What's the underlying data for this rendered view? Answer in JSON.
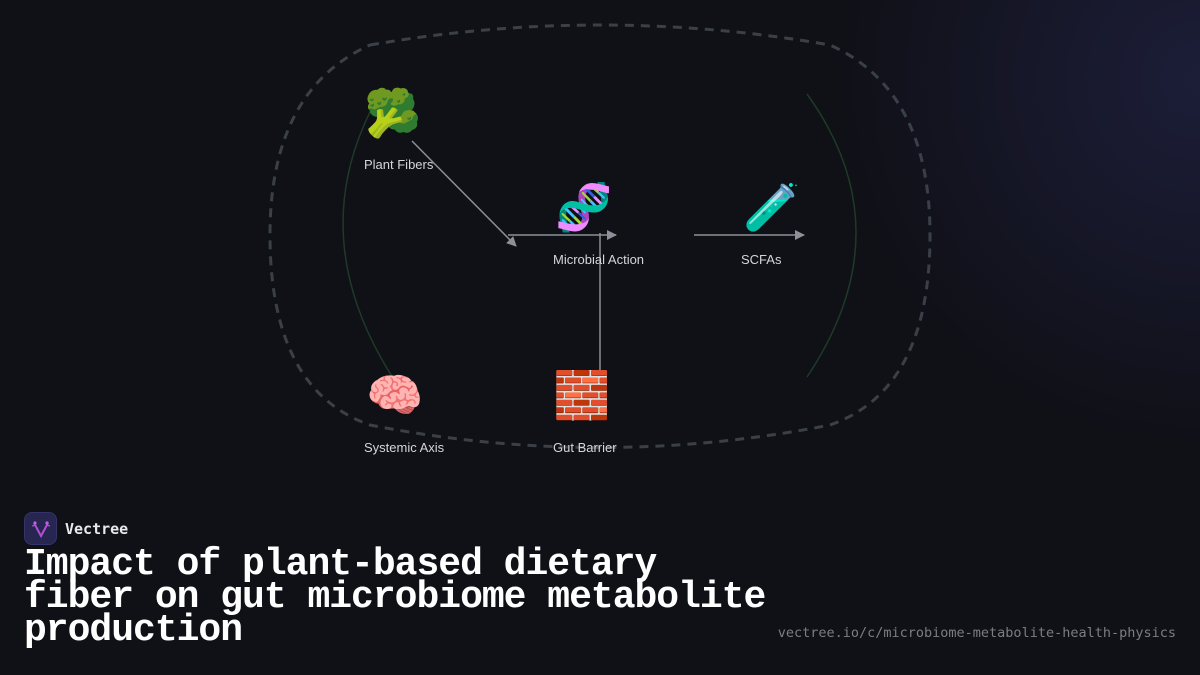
{
  "colors": {
    "background": "#101017",
    "arrow": "#8b9099",
    "dashed_outline": "#3a4048",
    "feedback_arc": "#1e3a26",
    "label_text": "#d4d6db",
    "title_text": "#ffffff",
    "url_text": "#7b7d85",
    "brand_logo_bg": "#262650",
    "brand_logo_glyph": "#b04fd6"
  },
  "diagram": {
    "nodes": [
      {
        "id": "plant-fibers",
        "label": "Plant Fibers",
        "icon": "broccoli-icon",
        "glyph": "🥦"
      },
      {
        "id": "microbial-action",
        "label": "Microbial Action",
        "icon": "dna-icon",
        "glyph": "🧬"
      },
      {
        "id": "scfas",
        "label": "SCFAs",
        "icon": "test-tube-icon",
        "glyph": "🧪"
      },
      {
        "id": "systemic-axis",
        "label": "Systemic Axis",
        "icon": "brain-icon",
        "glyph": "🧠"
      },
      {
        "id": "gut-barrier",
        "label": "Gut Barrier",
        "icon": "brick-wall-icon",
        "glyph": "🧱"
      }
    ],
    "edges": [
      {
        "from": "plant-fibers",
        "to": "microbial-action"
      },
      {
        "from": "microbial-action",
        "to": "scfas"
      },
      {
        "from": "gut-barrier",
        "to": "microbial-action"
      }
    ]
  },
  "brand": {
    "name": "Vectree",
    "logo_icon": "vectree-logo-icon"
  },
  "title": "Impact of plant-based dietary fiber on gut microbiome metabolite production",
  "url": "vectree.io/c/microbiome-metabolite-health-physics"
}
